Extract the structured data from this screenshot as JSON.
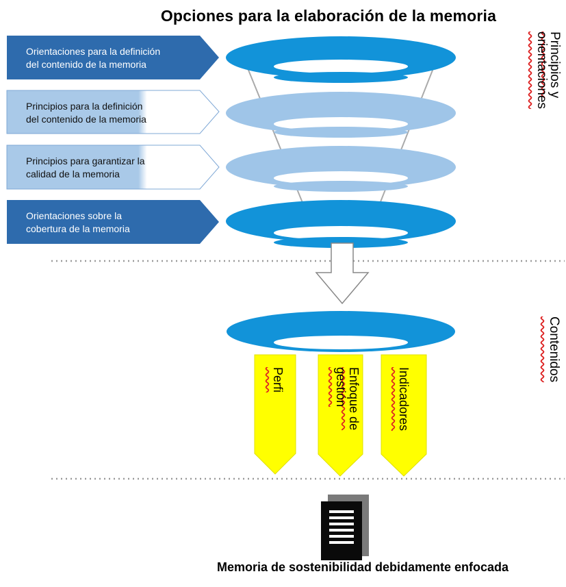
{
  "title": "Opciones para la elaboración de la memoria",
  "steps": [
    {
      "label_line1": "Orientaciones para la definición",
      "label_line2": "del contenido de la memoria",
      "style": "dark"
    },
    {
      "label_line1": "Principios para la definición",
      "label_line2": "del contenido de la memoria",
      "style": "light"
    },
    {
      "label_line1": "Principios para garantizar la",
      "label_line2": "calidad de la memoria",
      "style": "light"
    },
    {
      "label_line1": "Orientaciones sobre la",
      "label_line2": "cobertura de la memoria",
      "style": "dark"
    }
  ],
  "side_labels": {
    "top": "Principios y orientaciones",
    "middle": "Contenidos"
  },
  "content_tags": [
    {
      "label": "Perfi"
    },
    {
      "label": "Enfoque de gestión"
    },
    {
      "label": "Indicadores"
    }
  ],
  "output_icon": "document-stack-icon",
  "output_label": "Memoria de sostenibilidad debidamente enfocada",
  "colors": {
    "dark_blue": "#2e6bad",
    "ring_blue": "#1293d9",
    "ring_light": "#9fc5e8",
    "light_box": "#a9c9e8",
    "tag_yellow": "#ffff00",
    "dotted": "#999999"
  }
}
